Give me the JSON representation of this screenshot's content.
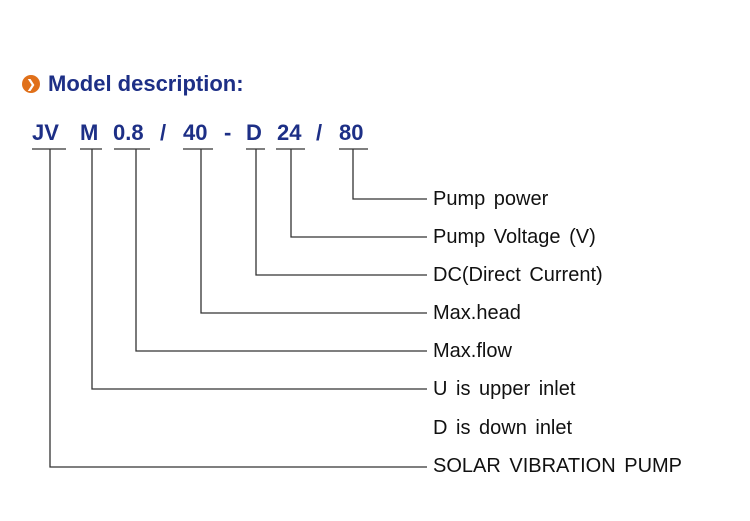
{
  "title": "Model description:",
  "bullet_icon": "chevron-right-icon",
  "colors": {
    "accent": "#e0701a",
    "heading": "#1d2f86",
    "text": "#111111"
  },
  "code": {
    "jv": "JV",
    "m": "M",
    "flow": "0.8",
    "slash1": "/",
    "head": "40",
    "dash": "-",
    "dc": "D",
    "voltage": "24",
    "slash2": "/",
    "power": "80"
  },
  "descriptions": {
    "power": "Pump power",
    "voltage": "Pump Voltage (V)",
    "dc": "DC(Direct Current)",
    "head": "Max.head",
    "flow": "Max.flow",
    "inlet_upper": "U is upper inlet",
    "inlet_down": "D is down inlet",
    "pump": "SOLAR VIBRATION PUMP"
  }
}
